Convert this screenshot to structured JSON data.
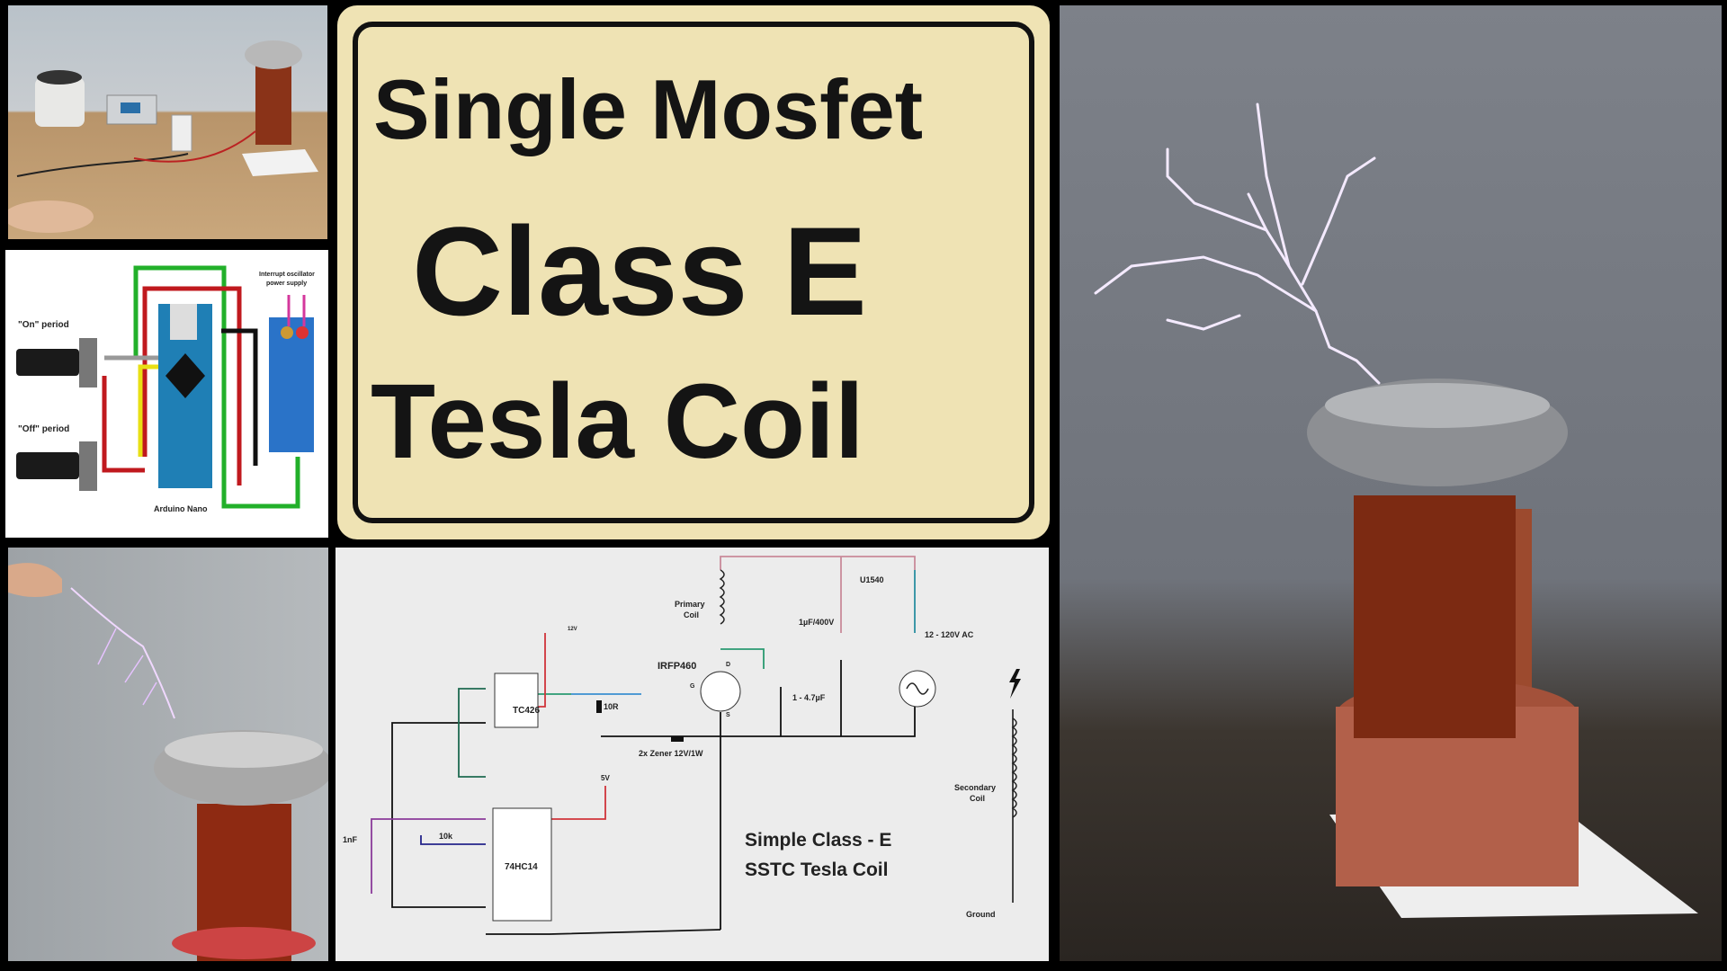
{
  "title": {
    "line1": "Single Mosfet",
    "line2": "Class E",
    "line3": "Tesla Coil",
    "background_color": "#efe3b4"
  },
  "arduino_diagram": {
    "on_label": "\"On\" period",
    "off_label": "\"Off\" period",
    "board_label": "Arduino Nano",
    "relay_label_1": "Interrupt oscillator",
    "relay_label_2": "power supply"
  },
  "schematic": {
    "caption_1": "Simple Class - E",
    "caption_2": "SSTC Tesla Coil",
    "driver_ic": "TC426",
    "logic_ic": "74HC14",
    "mosfet": "IRFP460",
    "resistor": "10R",
    "zener": "2x Zener 12V/1W",
    "primary": "Primary",
    "primary_2": "Coil",
    "cap_main": "1µF/400V",
    "cap_tank": "1 - 4.7µF",
    "diode": "U1540",
    "supply": "12 - 120V AC",
    "v12": "12V",
    "v5": "5V",
    "cap_timing": "1nF",
    "pot": "10k",
    "secondary": "Secondary",
    "secondary_2": "Coil",
    "ground": "Ground",
    "pin_d": "D",
    "pin_g": "G",
    "pin_s": "S"
  }
}
